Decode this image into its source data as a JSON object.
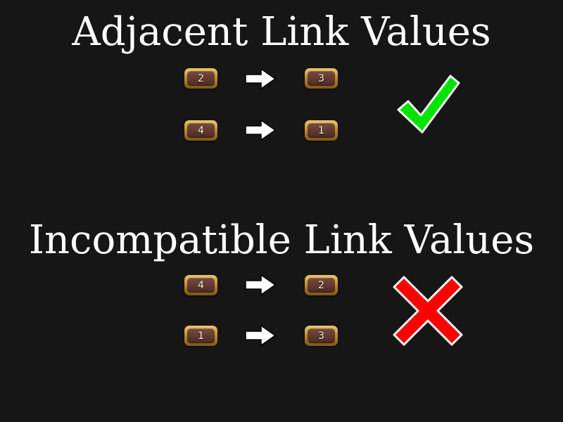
{
  "sections": [
    {
      "title": "Adjacent Link Values",
      "result_icon": "check-icon",
      "result_color": "#00e400",
      "pairs": [
        {
          "from": "2",
          "to": "3"
        },
        {
          "from": "4",
          "to": "1"
        }
      ]
    },
    {
      "title": "Incompatible Link Values",
      "result_icon": "cross-icon",
      "result_color": "#ff0000",
      "pairs": [
        {
          "from": "4",
          "to": "2"
        },
        {
          "from": "1",
          "to": "3"
        }
      ]
    }
  ]
}
